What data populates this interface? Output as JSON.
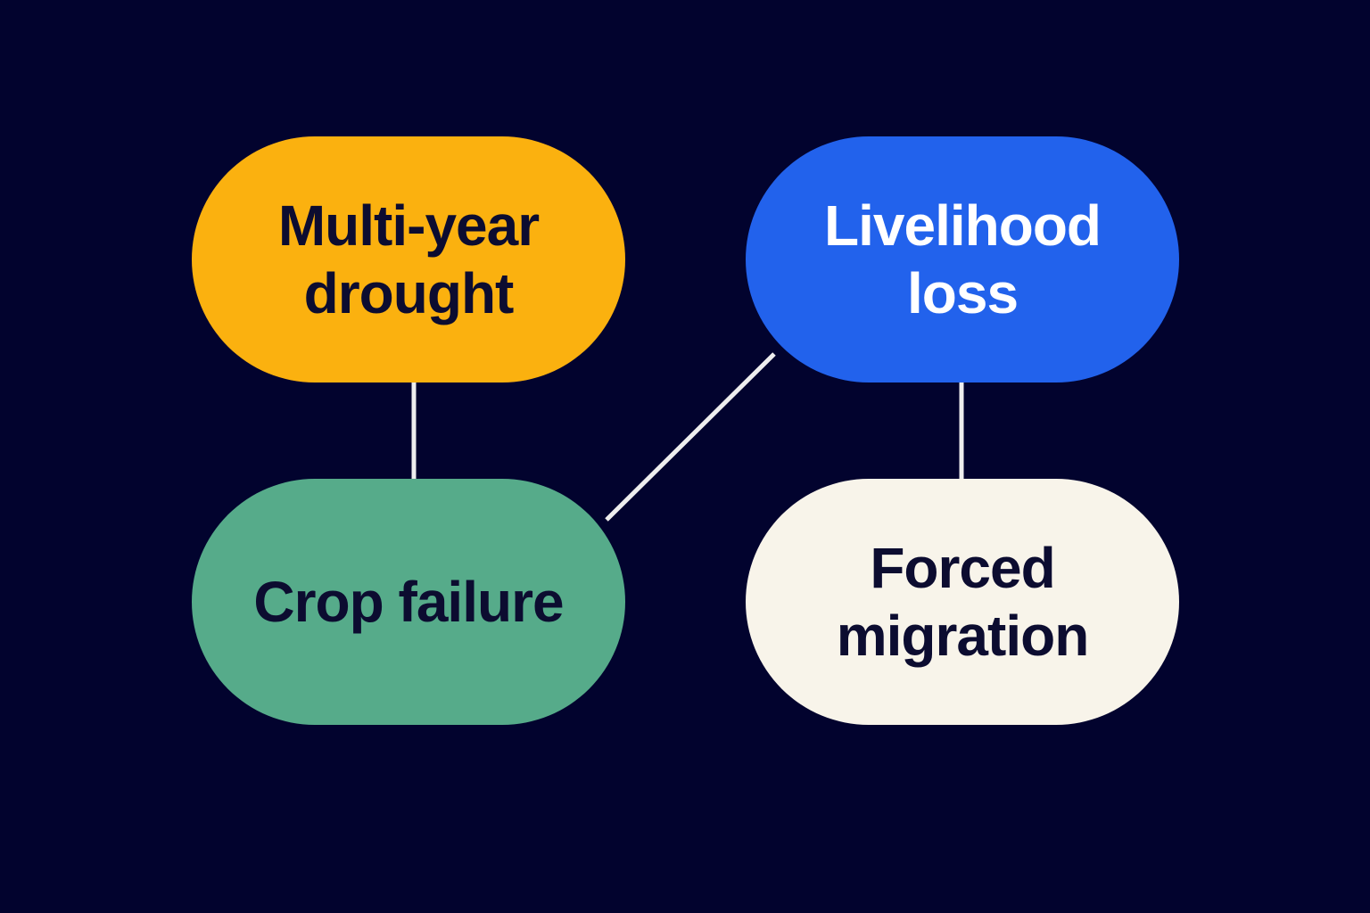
{
  "nodes": [
    {
      "id": "drought",
      "label": "Multi-year drought",
      "fill": "#fbb10f",
      "text_color": "#0c0c30"
    },
    {
      "id": "crop",
      "label": "Crop failure",
      "fill": "#56ab8a",
      "text_color": "#0c0c30"
    },
    {
      "id": "livelihood",
      "label": "Livelihood loss",
      "fill": "#2262ec",
      "text_color": "#ffffff"
    },
    {
      "id": "migration",
      "label": "Forced migration",
      "fill": "#f8f4ea",
      "text_color": "#0c0c30"
    }
  ],
  "edges": [
    {
      "from": "drought",
      "to": "crop"
    },
    {
      "from": "crop",
      "to": "livelihood"
    },
    {
      "from": "livelihood",
      "to": "migration"
    }
  ],
  "colors": {
    "background": "#02032e",
    "connector": "#eeeeee"
  }
}
